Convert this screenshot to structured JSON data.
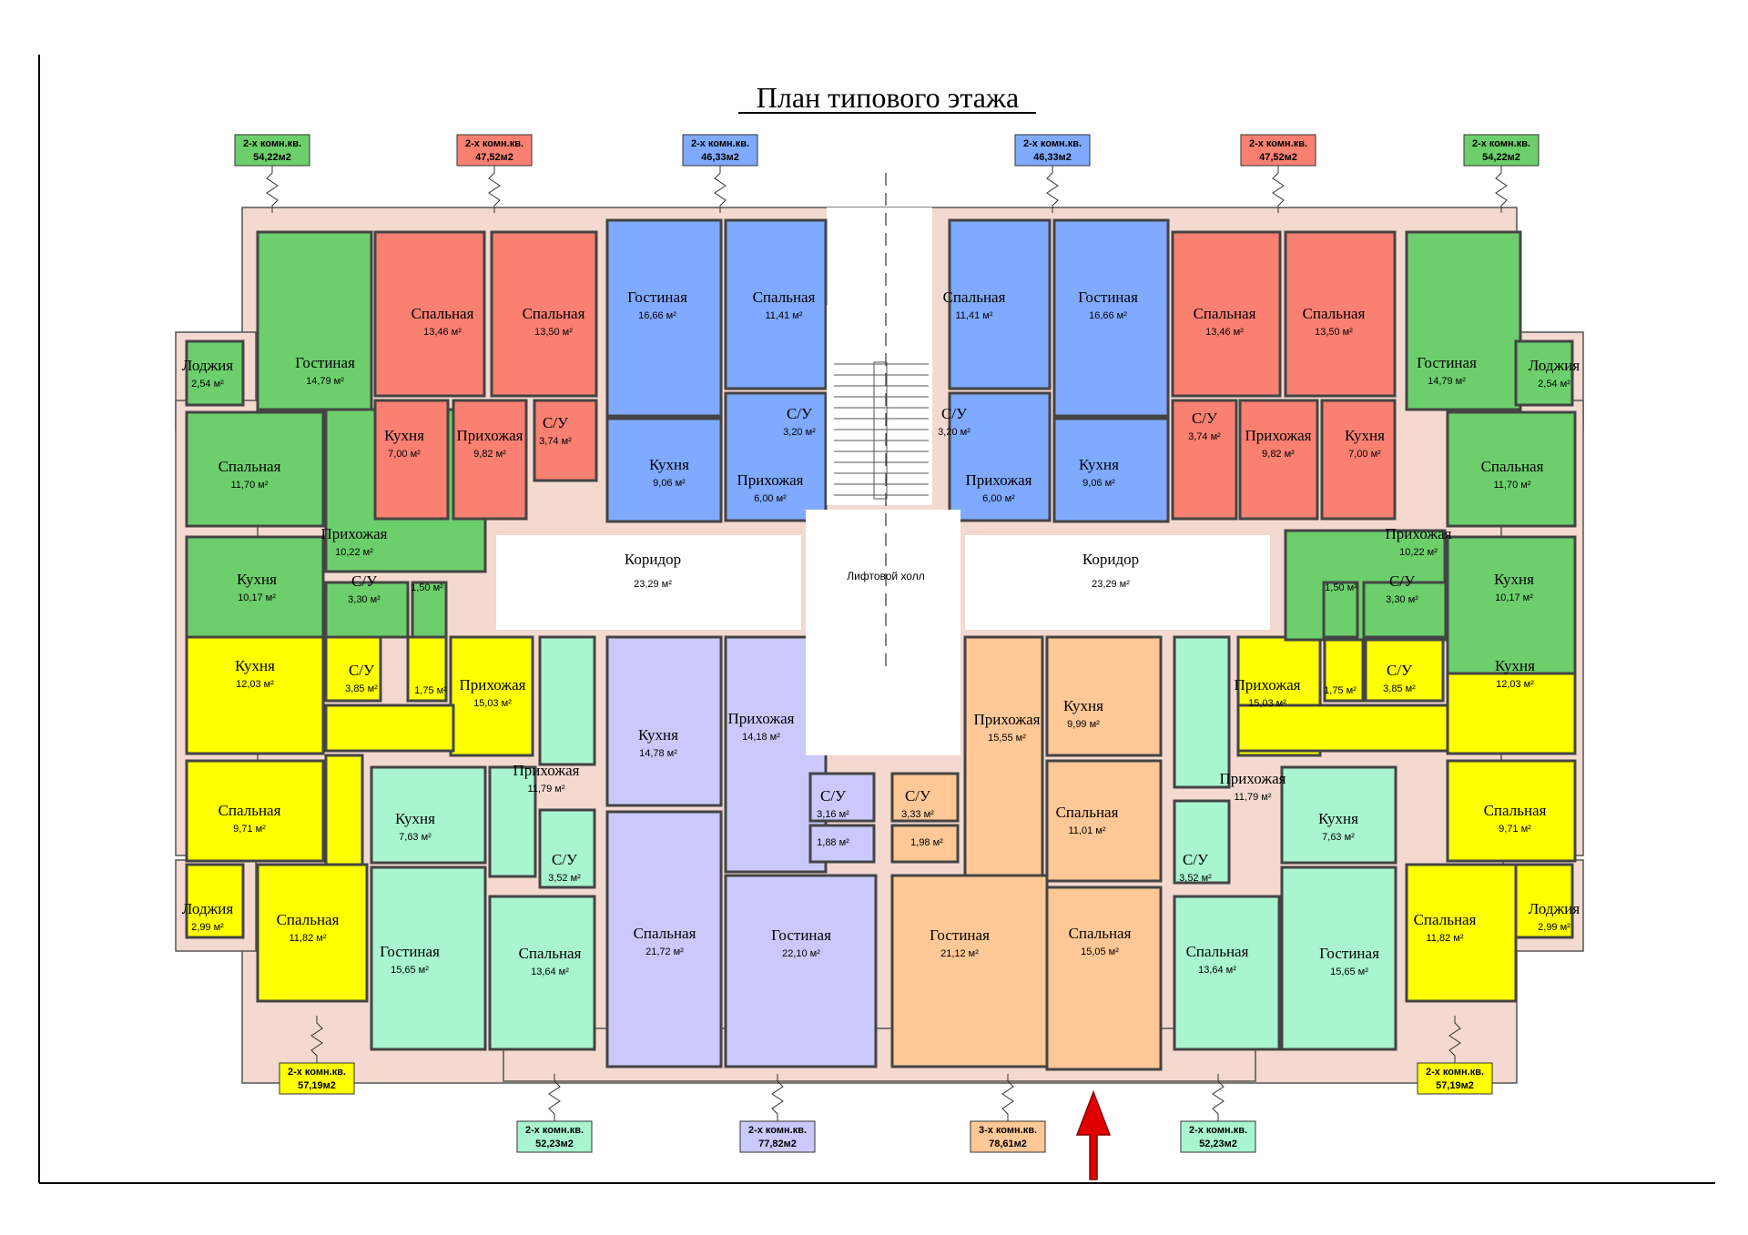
{
  "title": "План типового этажа",
  "colors": {
    "green": "#6ccf6c",
    "red": "#fa8072",
    "blue": "#80aaff",
    "yellow": "#ffff00",
    "mint": "#a8f5cf",
    "lavender": "#c9c9fb",
    "peach": "#ffc896",
    "wall": "#f3d9cf",
    "door": "#e04020",
    "arrow": "#e00000"
  },
  "tags": [
    {
      "t": "2-х комн.кв.",
      "a": "54,22м2",
      "c": "green"
    },
    {
      "t": "2-х комн.кв.",
      "a": "47,52м2",
      "c": "red"
    },
    {
      "t": "2-х комн.кв.",
      "a": "46,33м2",
      "c": "blue"
    },
    {
      "t": "2-х комн.кв.",
      "a": "46,33м2",
      "c": "blue"
    },
    {
      "t": "2-х комн.кв.",
      "a": "47,52м2",
      "c": "red"
    },
    {
      "t": "2-х комн.кв.",
      "a": "54,22м2",
      "c": "green"
    },
    {
      "t": "2-х комн.кв.",
      "a": "57,19м2",
      "c": "yellow"
    },
    {
      "t": "2-х комн.кв.",
      "a": "52,23м2",
      "c": "mint"
    },
    {
      "t": "2-х комн.кв.",
      "a": "77,82м2",
      "c": "lavender"
    },
    {
      "t": "3-х комн.кв.",
      "a": "78,61м2",
      "c": "peach"
    },
    {
      "t": "2-х комн.кв.",
      "a": "52,23м2",
      "c": "mint"
    },
    {
      "t": "2-х комн.кв.",
      "a": "57,19м2",
      "c": "yellow"
    }
  ],
  "rooms": [
    {
      "n": "Лоджия",
      "a": "2,54 м²"
    },
    {
      "n": "Гостиная",
      "a": "14,79 м²"
    },
    {
      "n": "Спальная",
      "a": "11,70 м²"
    },
    {
      "n": "Кухня",
      "a": "10,17 м²"
    },
    {
      "n": "Прихожая",
      "a": "10,22 м²"
    },
    {
      "n": "С/У",
      "a": "3,30 м²"
    },
    {
      "n": "",
      "a": "1,50 м²"
    },
    {
      "n": "Спальная",
      "a": "13,46 м²"
    },
    {
      "n": "Спальная",
      "a": "13,50 м²"
    },
    {
      "n": "Кухня",
      "a": "7,00 м²"
    },
    {
      "n": "Прихожая",
      "a": "9,82 м²"
    },
    {
      "n": "С/У",
      "a": "3,74 м²"
    },
    {
      "n": "Гостиная",
      "a": "16,66 м²"
    },
    {
      "n": "Спальная",
      "a": "11,41 м²"
    },
    {
      "n": "С/У",
      "a": "3,20 м²"
    },
    {
      "n": "Кухня",
      "a": "9,06 м²"
    },
    {
      "n": "Прихожая",
      "a": "6,00 м²"
    },
    {
      "n": "Кухня",
      "a": "12,03 м²"
    },
    {
      "n": "С/У",
      "a": "3,85 м²"
    },
    {
      "n": "",
      "a": "1,75 м²"
    },
    {
      "n": "Прихожая",
      "a": "15,03 м²"
    },
    {
      "n": "Спальная",
      "a": "9,71 м²"
    },
    {
      "n": "Лоджия",
      "a": "2,99 м²"
    },
    {
      "n": "Спальная",
      "a": "11,82 м²"
    },
    {
      "n": "Кухня",
      "a": "7,63 м²"
    },
    {
      "n": "Прихожая",
      "a": "11,79 м²"
    },
    {
      "n": "С/У",
      "a": "3,52 м²"
    },
    {
      "n": "Гостиная",
      "a": "15,65 м²"
    },
    {
      "n": "Спальная",
      "a": "13,64 м²"
    },
    {
      "n": "Кухня",
      "a": "14,78 м²"
    },
    {
      "n": "Прихожая",
      "a": "14,18 м²"
    },
    {
      "n": "С/У",
      "a": "3,16 м²"
    },
    {
      "n": "",
      "a": "1,88 м²"
    },
    {
      "n": "Спальная",
      "a": "21,72 м²"
    },
    {
      "n": "Гостиная",
      "a": "22,10 м²"
    },
    {
      "n": "С/У",
      "a": "3,33 м²"
    },
    {
      "n": "",
      "a": "1,98 м²"
    },
    {
      "n": "Прихожая",
      "a": "15,55 м²"
    },
    {
      "n": "Кухня",
      "a": "9,99 м²"
    },
    {
      "n": "Спальная",
      "a": "11,01 м²"
    },
    {
      "n": "Гостиная",
      "a": "21,12 м²"
    },
    {
      "n": "Спальная",
      "a": "15,05 м²"
    },
    {
      "n": "Лоджия",
      "a": "2,54 м²"
    },
    {
      "n": "Гостиная",
      "a": "14,79 м²"
    },
    {
      "n": "Спальная",
      "a": "11,70 м²"
    },
    {
      "n": "Кухня",
      "a": "10,17 м²"
    },
    {
      "n": "Прихожая",
      "a": "10,22 м²"
    },
    {
      "n": "С/У",
      "a": "3,30 м²"
    },
    {
      "n": "",
      "a": "1,50 м²"
    },
    {
      "n": "Спальная",
      "a": "13,50 м²"
    },
    {
      "n": "Спальная",
      "a": "13,46 м²"
    },
    {
      "n": "С/У",
      "a": "3,74 м²"
    },
    {
      "n": "Прихожая",
      "a": "9,82 м²"
    },
    {
      "n": "Кухня",
      "a": "7,00 м²"
    },
    {
      "n": "Спальная",
      "a": "11,41 м²"
    },
    {
      "n": "Гостиная",
      "a": "16,66 м²"
    },
    {
      "n": "С/У",
      "a": "3,20 м²"
    },
    {
      "n": "Прихожая",
      "a": "6,00 м²"
    },
    {
      "n": "Кухня",
      "a": "9,06 м²"
    },
    {
      "n": "Прихожая",
      "a": "15,03 м²"
    },
    {
      "n": "",
      "a": "1,75 м²"
    },
    {
      "n": "С/У",
      "a": "3,85 м²"
    },
    {
      "n": "Кухня",
      "a": "12,03 м²"
    },
    {
      "n": "Спальная",
      "a": "9,71 м²"
    },
    {
      "n": "Спальная",
      "a": "11,82 м²"
    },
    {
      "n": "Лоджия",
      "a": "2,99 м²"
    },
    {
      "n": "Прихожая",
      "a": "11,79 м²"
    },
    {
      "n": "Кухня",
      "a": "7,63 м²"
    },
    {
      "n": "С/У",
      "a": "3,52 м²"
    },
    {
      "n": "Спальная",
      "a": "13,64 м²"
    },
    {
      "n": "Гостиная",
      "a": "15,65 м²"
    }
  ],
  "corridors": [
    {
      "n": "Коридор",
      "a": "23,29 м²"
    },
    {
      "n": "Коридор",
      "a": "23,29 м²"
    }
  ],
  "lift_hall": "Лифтовой холл"
}
